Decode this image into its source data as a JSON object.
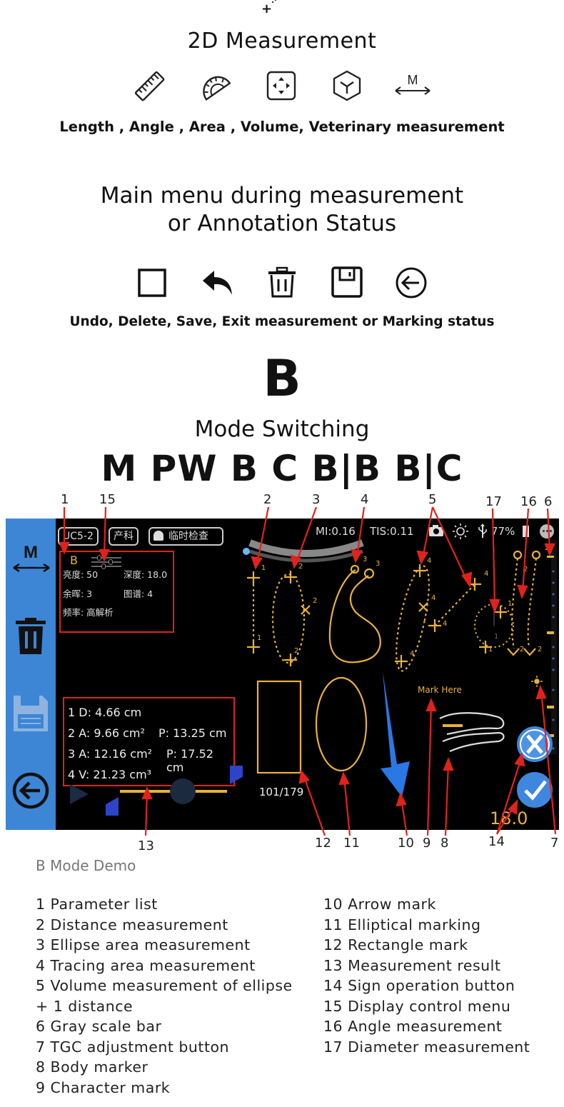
{
  "top_glyph": "+",
  "section1": {
    "title": "2D  Measurement",
    "icons": [
      "ruler-icon",
      "protractor-icon",
      "area-frame-icon",
      "volume-cube-icon",
      "veterinary-m-arrow-icon"
    ],
    "m_label": "M",
    "subtitle": "Length , Angle , Area , Volume, Veterinary measurement"
  },
  "section2": {
    "title_line1": "Main menu during measurement",
    "title_line2": "or Annotation Status",
    "icons": [
      "square-icon",
      "undo-icon",
      "trash-icon",
      "save-icon",
      "exit-arrow-icon"
    ],
    "subtitle": "Undo, Delete, Save, Exit measurement or Marking status"
  },
  "section3": {
    "big_letter": "B",
    "title": "Mode Switching",
    "modes": "M PW B C B|B B|C"
  },
  "screen": {
    "sidebar_m": "M",
    "probe": "UC5-2",
    "preset": "产科",
    "patient_btn": "临时检查",
    "mi": "MI:0.16",
    "tis": "TIS:0.11",
    "battery": "77%",
    "mode": "B",
    "params": {
      "brightness": "亮度: 50",
      "depth": "深度: 18.0",
      "persistence": "余晖: 3",
      "map": "图谱: 4",
      "frequency": "频率: 高解析"
    },
    "results": [
      {
        "label": "1 D: 4.66 cm",
        "p": ""
      },
      {
        "label": "2 A: 9.66 cm²",
        "p": "P: 13.25 cm"
      },
      {
        "label": "3 A: 12.16 cm²",
        "p": "P: 17.52 cm"
      },
      {
        "label": "4 V: 21.23 cm³",
        "p": ""
      }
    ],
    "frame_counter": "101/179",
    "mark_text": "Mark  Here",
    "depth_readout": "18.0 cm"
  },
  "callouts": {
    "top": [
      "1",
      "15",
      "2",
      "3",
      "4",
      "5",
      "17",
      "16",
      "6"
    ],
    "bottom": [
      "13",
      "12",
      "11",
      "10",
      "9",
      "8",
      "14",
      "7"
    ]
  },
  "caption": "B Mode Demo",
  "legend_left": [
    "1 Parameter list",
    "2 Distance measurement",
    "3 Ellipse area measurement",
    "4 Tracing area measurement",
    "5 Volume measurement of ellipse",
    "+ 1 distance",
    "6 Gray scale bar",
    "7 TGC adjustment button",
    "8 Body marker",
    "9 Character mark"
  ],
  "legend_right": [
    "10 Arrow mark",
    "11 Elliptical marking",
    "12 Rectangle mark",
    "13 Measurement result",
    "14 Sign operation button",
    "15 Display control menu",
    "16 Angle measurement",
    "17 Diameter measurement"
  ],
  "colors": {
    "accent_blue": "#3d86d6",
    "measure_yellow": "#e8b13a",
    "callout_red": "#e0221d"
  }
}
